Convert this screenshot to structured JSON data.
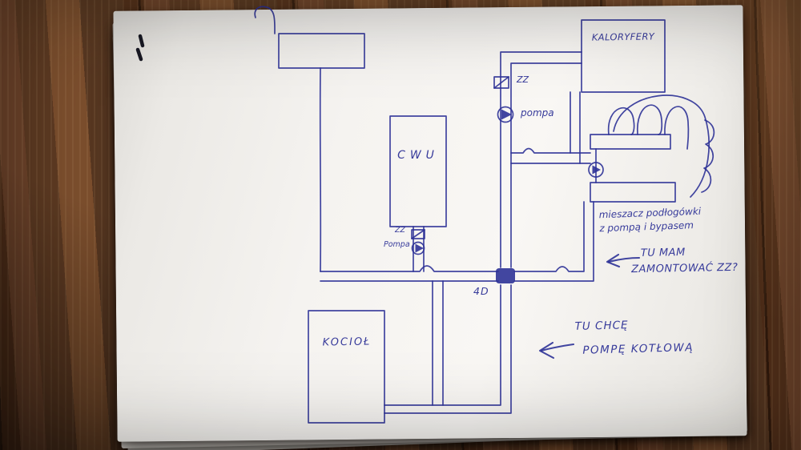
{
  "colors": {
    "ink": "#2e3297",
    "paper": "#f3f1ee",
    "wood": "#5d3a22"
  },
  "diagram": {
    "boxes": {
      "kaloryfery": "KALORYFERY",
      "cwu": "CWU",
      "kociol": "KOCIOŁ"
    },
    "riser_fittings": {
      "check_valve": "ZZ",
      "pump": "pompa"
    },
    "cwu_fittings": {
      "check_valve": "ZZ",
      "pump": "Pompa"
    },
    "junction_label": "4D",
    "mixer_note": {
      "line1": "mieszacz podłogówki",
      "line2": "z pompą i bypasem"
    },
    "zz_question": {
      "line1": "TU MAM",
      "line2": "ZAMONTOWAĆ ZZ?"
    },
    "pump_note": {
      "line1": "TU CHCĘ",
      "line2": "POMPĘ KOTŁOWĄ"
    },
    "icons": {
      "check_valve": "square-with-diagonal",
      "pump": "circle-with-triangle",
      "arrow": "hand-drawn-left-arrow"
    }
  }
}
